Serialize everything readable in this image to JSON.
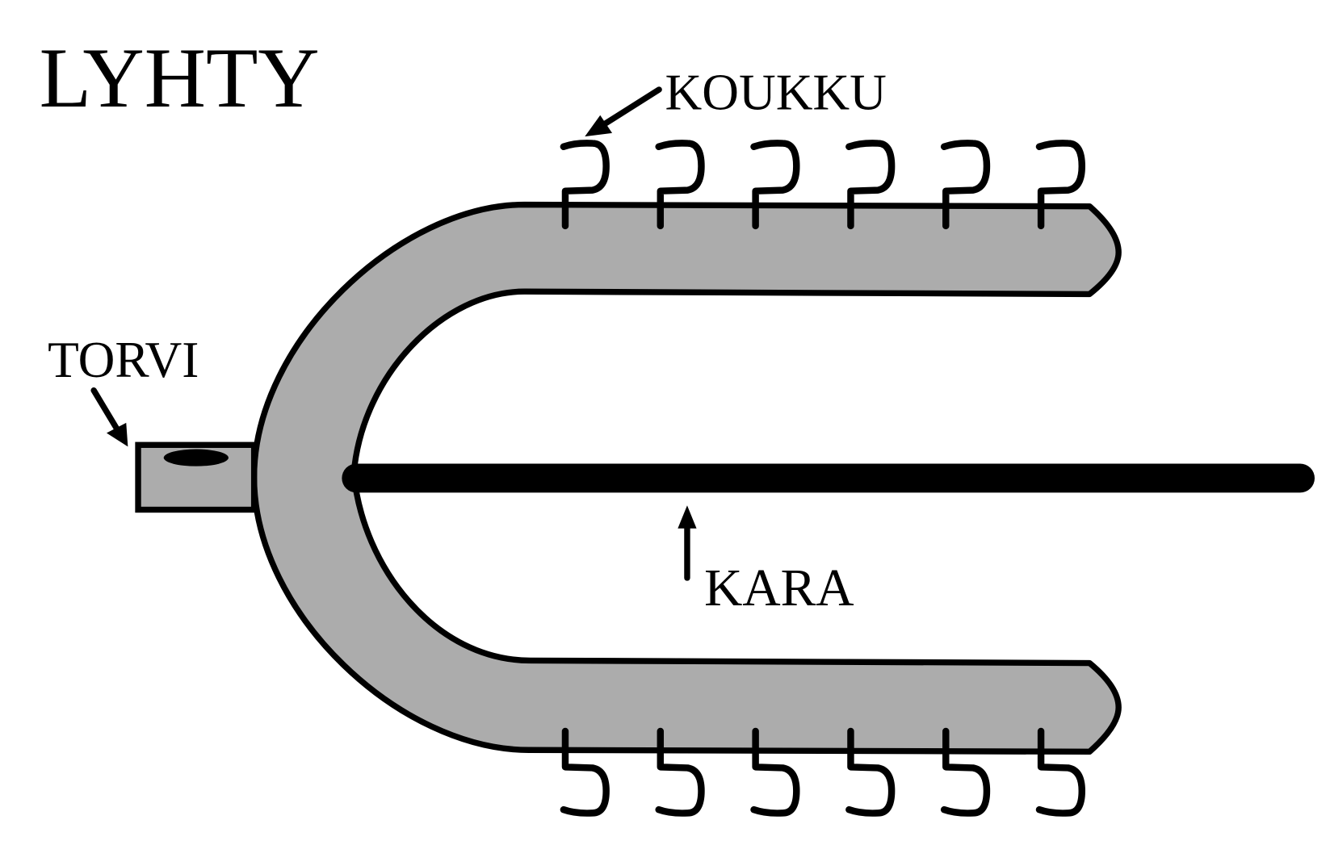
{
  "title": "LYHTY",
  "labels": {
    "hook": "KOUKKU",
    "tube": "TORVI",
    "spindle": "KARA"
  },
  "colors": {
    "body_fill": "#acacac",
    "stroke": "#000000",
    "background": "#ffffff"
  },
  "hook_count_per_side": 6
}
